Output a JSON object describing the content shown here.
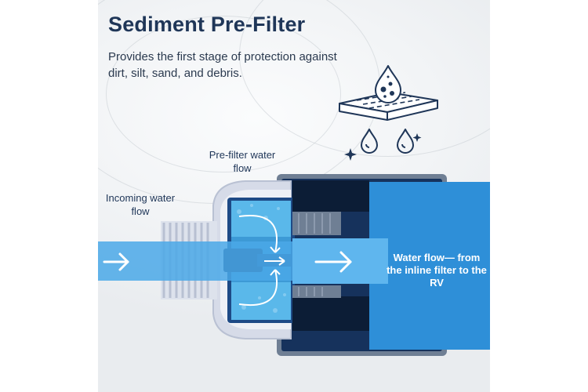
{
  "heading": {
    "title": "Sediment Pre-Filter",
    "subtitle": "Provides the first stage of protection against dirt, silt, sand, and debris."
  },
  "labels": {
    "pre_filter": "Pre-filter water flow",
    "incoming": "Incoming water flow",
    "outgoing": "Water flow— from the inline filter to the RV"
  },
  "icons": {
    "filter_illustration": "filter-droplets-icon",
    "incoming_arrow": "arrow-right-icon",
    "outlet_arrow": "arrow-right-icon"
  },
  "colors": {
    "title": "#1f3658",
    "water": "#2e8fd8",
    "water_light": "#4aa8e8",
    "housing_dark": "#16325c",
    "housing_grey": "#6f7f94"
  }
}
